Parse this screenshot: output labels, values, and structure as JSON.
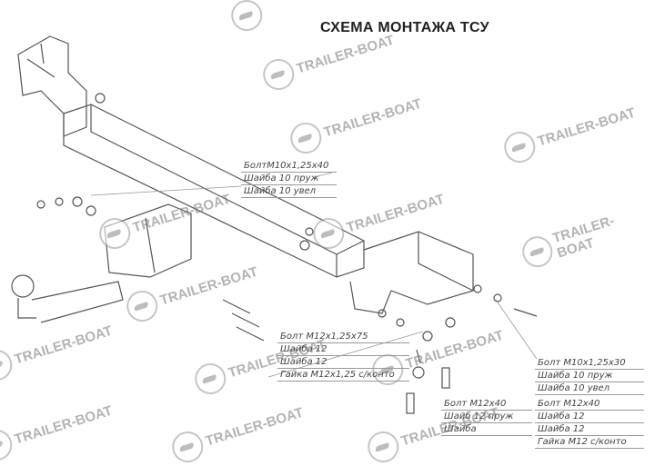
{
  "title": "СХЕМА МОНТАЖА ТСУ",
  "watermark": "TRAILER-BOAT",
  "specs": {
    "top": [
      "БолтМ10х1,25х40",
      "Шайба 10 пруж",
      "Шайба 10 увел"
    ],
    "middle": [
      "Болт М12х1,25х75",
      "Шайба 12",
      "Шайба 12",
      "Гайка М12х1,25 с/конто"
    ],
    "bottom_left": [
      "Болт М12х40",
      "Шайб 12 пруж",
      "Шайба"
    ],
    "right_upper": [
      "Болт М10х1,25х30",
      "Шайба 10 пруж",
      "Шайба 10 увел"
    ],
    "right_lower": [
      "Болт М12х40",
      "Шайба 12",
      "Шайба 12",
      "Гайка М12 с/конто"
    ]
  }
}
